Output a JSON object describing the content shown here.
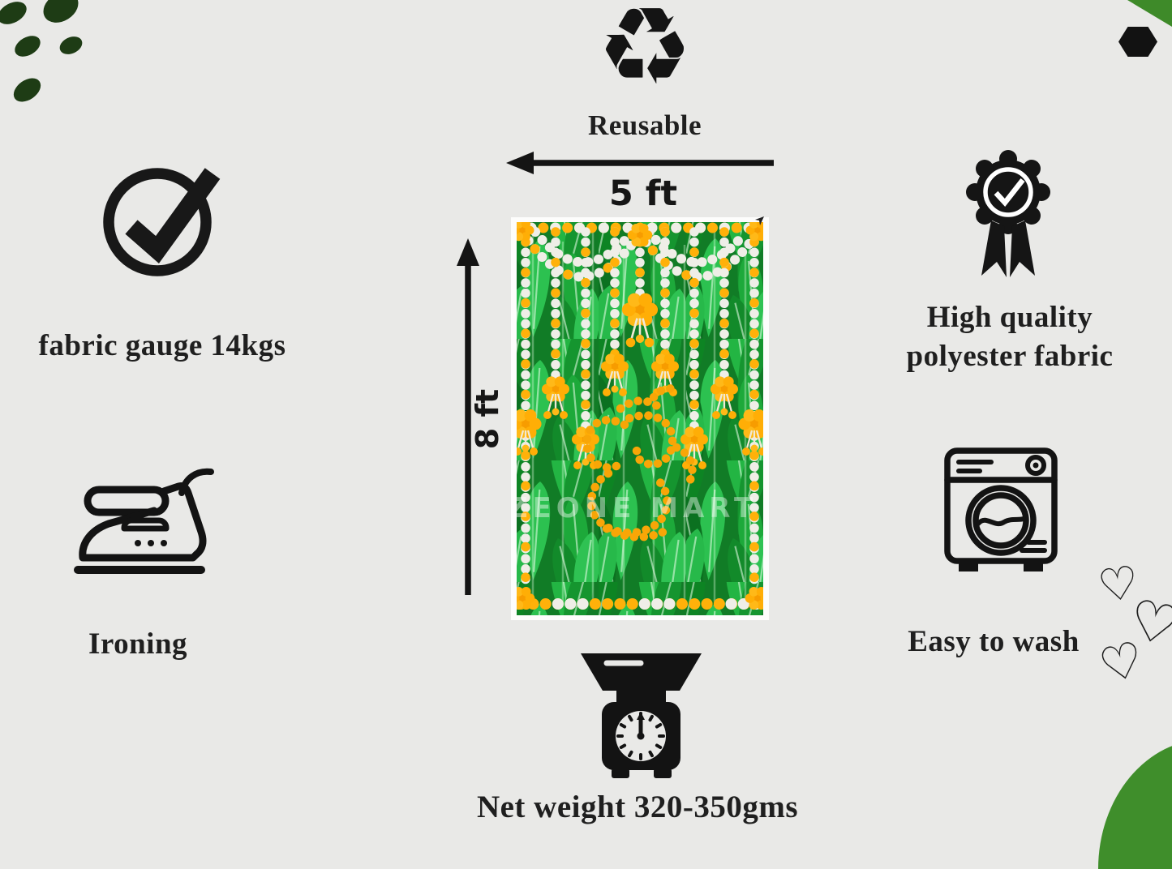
{
  "colors": {
    "background": "#e9e9e7",
    "ink": "#1f1f1f",
    "deco_dark_green": "#1e3c15",
    "deco_green": "#3e8a29",
    "marigold": "#ffb10a",
    "leaf_green": "#159b2f"
  },
  "header": {
    "reusable_label": "Reusable"
  },
  "dimensions": {
    "width_label": "5 ft",
    "height_label": "8 ft"
  },
  "features": {
    "fabric_gauge": "fabric gauge 14kgs",
    "ironing": "Ironing",
    "high_quality_line1": "High quality",
    "high_quality_line2": "polyester fabric",
    "easy_wash": "Easy to wash",
    "net_weight": "Net weight 320-350gms"
  },
  "product_image": {
    "watermark": "ZEONE MART"
  },
  "icons": {
    "recycle_glyph": "♻",
    "heart_glyph": "♡"
  }
}
